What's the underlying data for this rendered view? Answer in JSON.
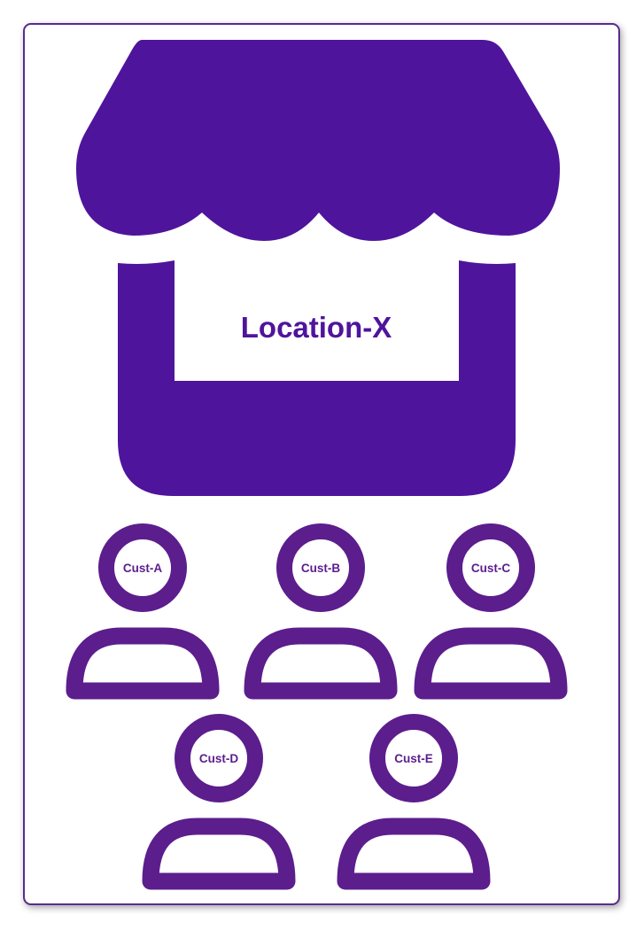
{
  "store": {
    "label": "Location-X",
    "color": "#4f149c"
  },
  "customers": [
    {
      "label": "Cust-A"
    },
    {
      "label": "Cust-B"
    },
    {
      "label": "Cust-C"
    },
    {
      "label": "Cust-D"
    },
    {
      "label": "Cust-E"
    }
  ],
  "colors": {
    "person": "#5c1d8d",
    "border": "#5a2a8f",
    "background": "#ffffff"
  }
}
